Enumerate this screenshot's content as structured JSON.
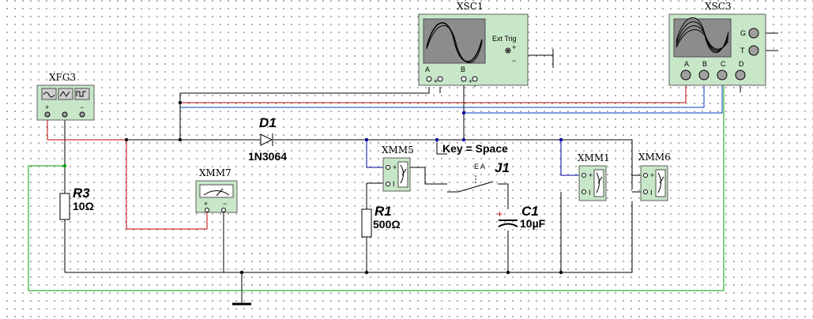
{
  "components": {
    "xfg3": {
      "label": "XFG3",
      "plus": "+",
      "minus": "−"
    },
    "xsc1": {
      "label": "XSC1",
      "ch_a": "A",
      "ch_b": "B",
      "ext_trig": "Ext Trig",
      "plus": "+",
      "minus": "−"
    },
    "xsc3": {
      "label": "XSC3",
      "g": "G",
      "t": "T",
      "a": "A",
      "b": "B",
      "c": "C",
      "d": "D"
    },
    "d1": {
      "ref": "D1",
      "value": "1N3064"
    },
    "r3": {
      "ref": "R3",
      "value": "10Ω"
    },
    "r1": {
      "ref": "R1",
      "value": "500Ω"
    },
    "c1": {
      "ref": "C1",
      "value": "10µF",
      "polarity": "+"
    },
    "j1": {
      "ref": "J1",
      "key": "Key = Space",
      "space_hint": "E  A  "
    },
    "xmm7": {
      "label": "XMM7",
      "plus": "+",
      "minus": "−"
    },
    "xmm5": {
      "label": "XMM5",
      "plus": "+",
      "minus": "I"
    },
    "xmm1": {
      "label": "XMM1",
      "plus": "+",
      "minus": "I"
    },
    "xmm6": {
      "label": "XMM6",
      "plus": "+",
      "minus": "I"
    }
  },
  "colors": {
    "wire": "#000000",
    "wire_red": "#c00000",
    "wire_blue": "#0040c0",
    "wire_green": "#00a000",
    "instrument_body": "#c8e6c8",
    "grid_dot": "#9a9a9a"
  }
}
